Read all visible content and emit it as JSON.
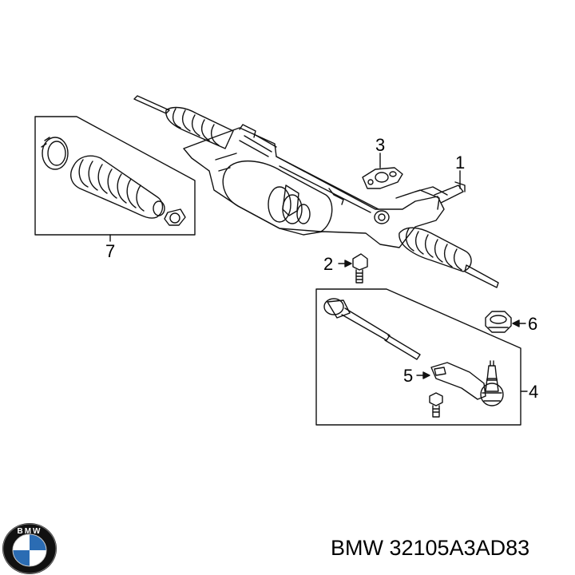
{
  "diagram": {
    "callouts": {
      "c1": "1",
      "c2": "2",
      "c3": "3",
      "c4": "4",
      "c5": "5",
      "c6": "6",
      "c7": "7"
    }
  },
  "caption": {
    "brand": "BMW",
    "part_number": "32105A3AD83",
    "text": "BMW 32105A3AD83"
  },
  "logo": {
    "letters": "BMW",
    "colors": {
      "ring": "#111111",
      "blue": "#2b6cb3",
      "white": "#ffffff"
    }
  }
}
